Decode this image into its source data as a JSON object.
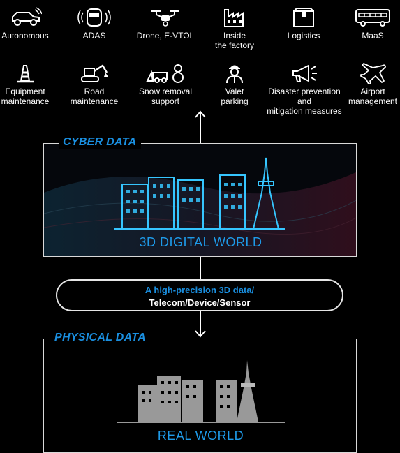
{
  "use_cases_row1": [
    {
      "label": "Autonomous",
      "icon": "car-icon"
    },
    {
      "label": "ADAS",
      "icon": "car-sensor-icon"
    },
    {
      "label": "Drone, E-VTOL",
      "icon": "drone-icon"
    },
    {
      "label": "Inside\nthe factory",
      "icon": "factory-icon"
    },
    {
      "label": "Logistics",
      "icon": "package-icon"
    },
    {
      "label": "MaaS",
      "icon": "bus-icon"
    }
  ],
  "use_cases_row2": [
    {
      "label": "Equipment\nmaintenance",
      "icon": "traffic-cone-icon"
    },
    {
      "label": "Road\nmaintenance",
      "icon": "excavator-icon"
    },
    {
      "label": "Snow removal\nsupport",
      "icon": "snowplow-icon"
    },
    {
      "label": "Valet\nparking",
      "icon": "valet-icon"
    },
    {
      "label": "Disaster prevention\nand\nmitigation measures",
      "icon": "megaphone-icon"
    },
    {
      "label": "Airport\nmanagement",
      "icon": "airplane-icon"
    }
  ],
  "cyber": {
    "title": "CYBER DATA",
    "world": "3D DIGITAL WORLD",
    "accent": "#1a8fe0"
  },
  "connector": {
    "line1": "A high-precision 3D data/",
    "line2": "Telecom/Device/Sensor"
  },
  "physical": {
    "title": "PHYSICAL DATA",
    "world": "REAL WORLD",
    "building_color": "#999999"
  }
}
